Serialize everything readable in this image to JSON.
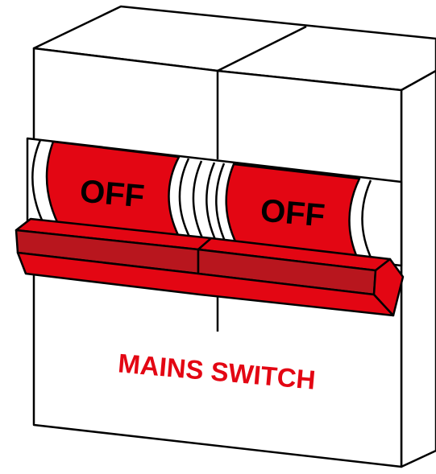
{
  "switches": [
    {
      "label": "OFF",
      "state": "off"
    },
    {
      "label": "OFF",
      "state": "off"
    }
  ],
  "caption": "MAINS SWITCH",
  "colors": {
    "red": "#e30613",
    "dark_red": "#b8161e",
    "outline": "#000000",
    "background": "#ffffff"
  }
}
